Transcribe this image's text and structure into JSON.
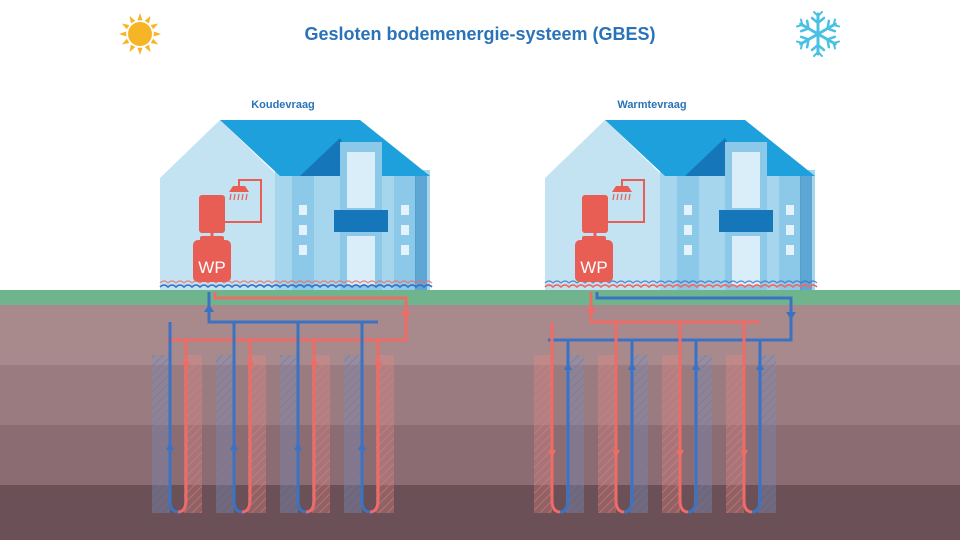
{
  "title": "Gesloten bodemenergie-systeem (GBES)",
  "houses": [
    {
      "label": "Koudevraag",
      "heat_pump_label": "WP",
      "mode": "cooling"
    },
    {
      "label": "Warmtevraag",
      "heat_pump_label": "WP",
      "mode": "heating"
    }
  ],
  "icons": {
    "sun": "sun-icon",
    "snowflake": "snowflake-icon",
    "shower": "shower-icon"
  },
  "colors": {
    "title": "#2a73b8",
    "roof": "#1ea0dc",
    "roof_dark": "#1577b9",
    "wall": "#c3e3f2",
    "wall_light": "#a6d6ee",
    "pipe_blue": "#3a73c4",
    "pipe_red": "#ee6b66",
    "pump": "#e85d54",
    "grass": "#6fb48d",
    "soil_1": "#a98a8c",
    "soil_2": "#9a7b7f",
    "soil_3": "#8b6c72",
    "soil_4": "#6c5057",
    "sun": "#f6b527",
    "snow": "#49c1e2"
  }
}
